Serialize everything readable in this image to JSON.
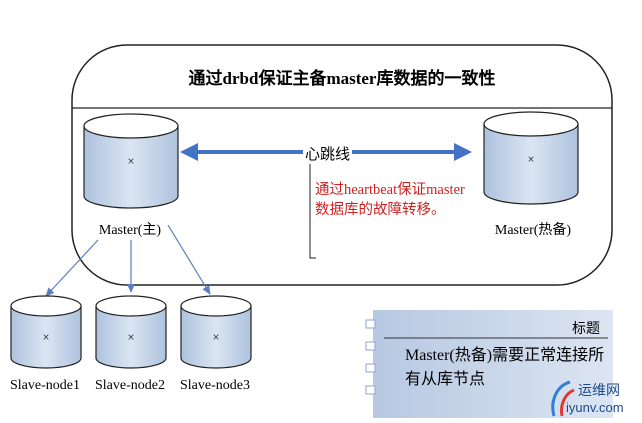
{
  "diagram": {
    "title": "通过drbd保证主备master库数据的一致性",
    "heartbeat_label": "心跳线",
    "failover_note": "通过heartbeat保证master数据库的故障转移。",
    "nodes": {
      "master": "Master(主)",
      "standby": "Master(热备)",
      "slaves": [
        "Slave-node1",
        "Slave-node2",
        "Slave-node3"
      ]
    },
    "card": {
      "title": "标题",
      "body": "Master(热备)需要正常连接所有从库节点"
    }
  },
  "watermark": {
    "brand": "运维网",
    "domain": "iyunv.com"
  },
  "colors": {
    "db_fill": "#c5d4e8",
    "db_top": "#ffffff",
    "arrow": "#4472c4",
    "note_text": "#cc2222",
    "card_fill": "#c9d6ea"
  }
}
